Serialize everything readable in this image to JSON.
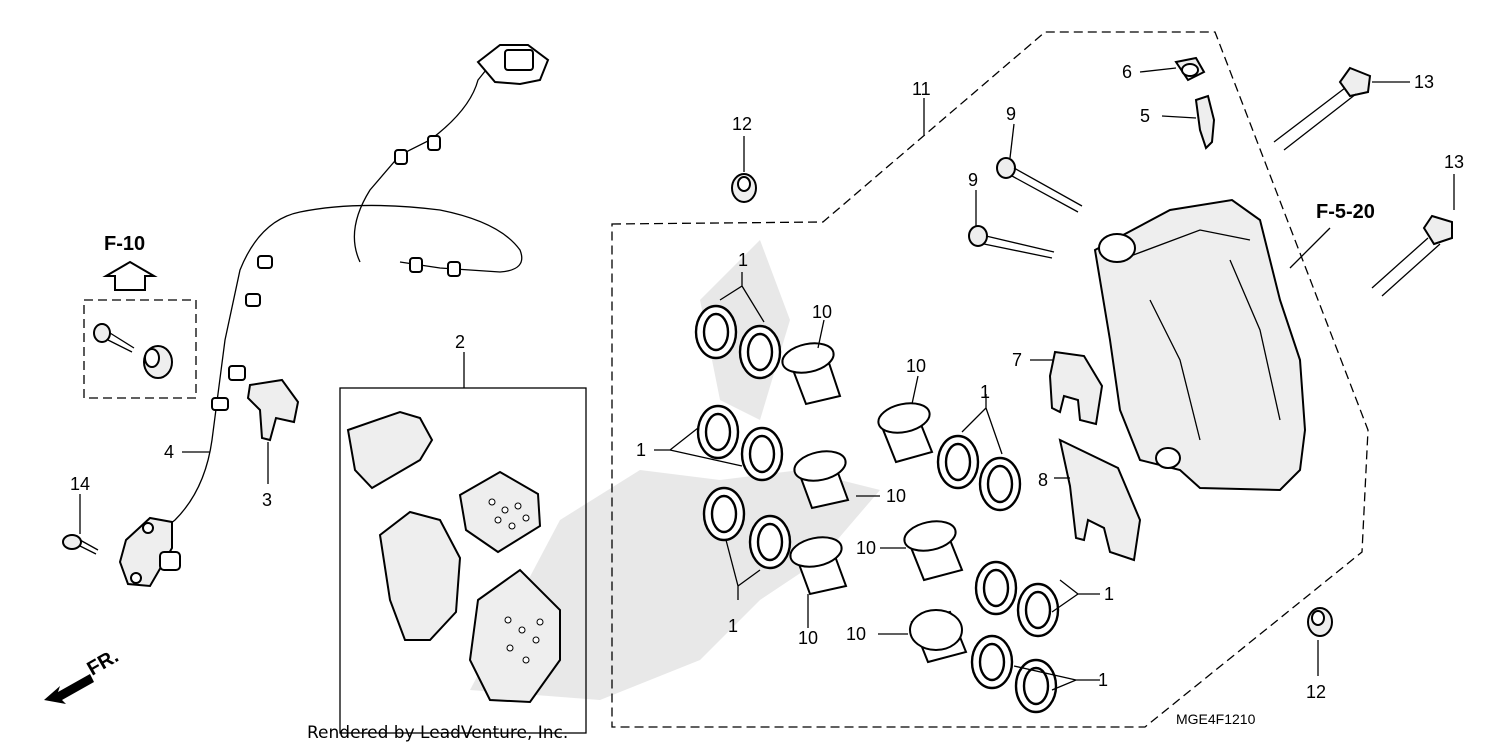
{
  "diagram": {
    "credit": "Rendered by LeadVenture, Inc.",
    "diagram_code": "MGE4F1210",
    "direction_label": "FR.",
    "references": {
      "ref_f10": "F-10",
      "ref_f520": "F-5-20"
    },
    "callouts": {
      "c1a": "1",
      "c1b": "1",
      "c1c": "1",
      "c1d": "1",
      "c1e": "1",
      "c1f": "1",
      "c2": "2",
      "c3": "3",
      "c4": "4",
      "c5": "5",
      "c6": "6",
      "c7": "7",
      "c8": "8",
      "c9a": "9",
      "c9b": "9",
      "c10a": "10",
      "c10b": "10",
      "c10c": "10",
      "c10d": "10",
      "c10e": "10",
      "c10f": "10",
      "c11": "11",
      "c12a": "12",
      "c12b": "12",
      "c13a": "13",
      "c13b": "13",
      "c14": "14"
    }
  }
}
